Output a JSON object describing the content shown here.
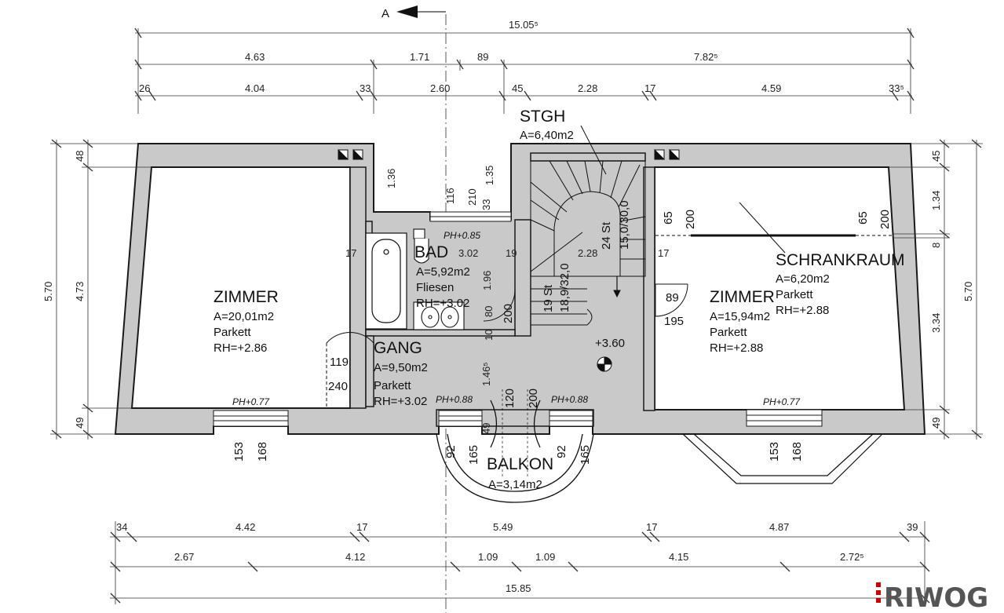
{
  "section_marker": "A",
  "logo": "RIWOG",
  "dims_top": {
    "overall": "15.05⁵",
    "row2": [
      "4.63",
      "1.71",
      "89",
      "7.82⁵"
    ],
    "row3": [
      "26",
      "4.04",
      "33",
      "2.60",
      "45",
      "2.28",
      "17",
      "4.59",
      "33⁵"
    ]
  },
  "dims_bottom": {
    "row1": [
      "34",
      "4.42",
      "17",
      "5.49",
      "17",
      "4.87",
      "39"
    ],
    "row2": [
      "2.67",
      "4.12",
      "1.09",
      "1.09",
      "4.15",
      "2.72⁵"
    ],
    "overall": "15.85"
  },
  "dims_left": {
    "outer": "5.70",
    "inner": [
      "48",
      "4.73",
      "49"
    ]
  },
  "dims_right": {
    "outer": "5.70",
    "inner": [
      "45",
      "1.34",
      "8",
      "3.34",
      "49"
    ]
  },
  "rooms": {
    "zimmer_left": {
      "name": "ZIMMER",
      "area": "A=20,01m2",
      "floor": "Parkett",
      "rh": "RH=+2.86"
    },
    "bad": {
      "name": "BAD",
      "area": "A=5,92m2",
      "floor": "Fliesen",
      "rh": "RH=+3.02"
    },
    "gang": {
      "name": "GANG",
      "area": "A=9,50m2",
      "floor": "Parkett",
      "rh": "RH=+3.02"
    },
    "stgh": {
      "name": "STGH",
      "area": "A=6,40m2"
    },
    "schrankraum": {
      "name": "SCHRANKRAUM",
      "area": "A=6,20m2",
      "floor": "Parkett",
      "rh": "RH=+2.88"
    },
    "zimmer_right": {
      "name": "ZIMMER",
      "area": "A=15,94m2",
      "floor": "Parkett",
      "rh": "RH=+2.88"
    },
    "balkon": {
      "name": "BALKON",
      "area": "A=3,14m2"
    }
  },
  "annotations": {
    "ph_085": "PH+0.85",
    "ph_077_left": "PH+0.77",
    "ph_088_left": "PH+0.88",
    "ph_088_right": "PH+0.88",
    "ph_077_right": "PH+0.77",
    "level": "+3.60",
    "bad_dims": [
      "17",
      "3.02",
      "19",
      "1.96",
      "80",
      "10"
    ],
    "bad_door": "200",
    "window_bad": [
      "116",
      "210",
      "33"
    ],
    "wall_136": "1.36",
    "stgh_dims": [
      "1.35",
      "2.28",
      "17",
      "19 St",
      "18,9/32,0",
      "24 St",
      "15,0/30,0"
    ],
    "gang_door": [
      "119",
      "240"
    ],
    "gang_dims": [
      "1.46⁵",
      "120",
      "200",
      "49"
    ],
    "zimmer_right_door": [
      "89",
      "195"
    ],
    "schrank_door_left": [
      "65",
      "200"
    ],
    "schrank_door_right": [
      "65",
      "200"
    ],
    "window_left": [
      "153",
      "168"
    ],
    "window_right": [
      "153",
      "168"
    ],
    "balkon_left": [
      "92",
      "165"
    ],
    "balkon_right": [
      "92",
      "165"
    ]
  }
}
